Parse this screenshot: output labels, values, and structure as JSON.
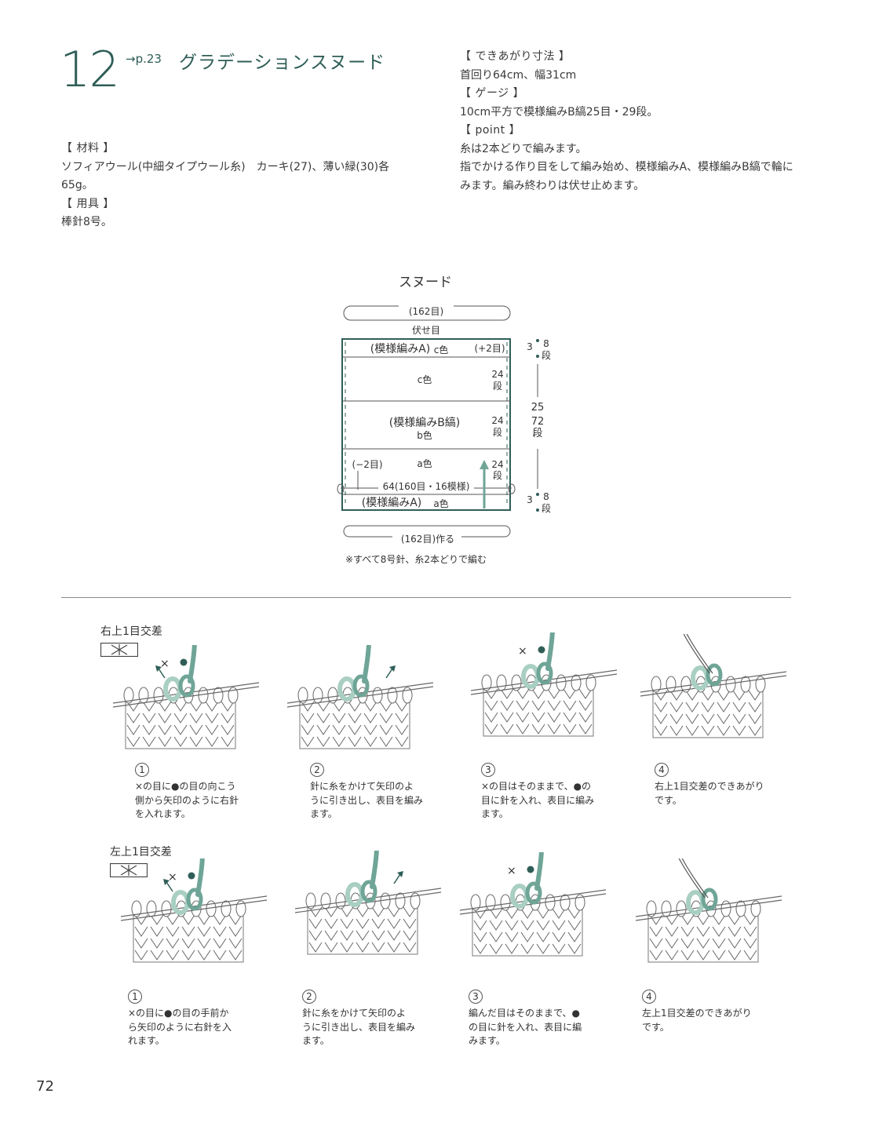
{
  "header": {
    "number": "12",
    "page_ref": "→p.23",
    "title": "グラデーションスヌード"
  },
  "materials": {
    "heading": "【 材料 】",
    "lines": [
      "ソフィアウール(中細タイプウール糸)　カーキ(27)、薄い緑(30)各",
      "65g。"
    ]
  },
  "tools": {
    "heading": "【 用具 】",
    "lines": [
      "棒針8号。"
    ]
  },
  "size": {
    "heading": "【 できあがり寸法 】",
    "lines": [
      "首回り64cm、幅31cm"
    ]
  },
  "gauge": {
    "heading": "【 ゲージ 】",
    "lines": [
      "10cm平方で模様編みB縞25目・29段。"
    ]
  },
  "point": {
    "heading": "【 point 】",
    "lines": [
      "糸は2本どりで編みます。",
      "指でかける作り目をして編み始め、模様編みA、模様編みB縞で輪に",
      "みます。編み終わりは伏せ止めます。"
    ]
  },
  "diagram": {
    "title": "スヌード",
    "top_count": "(162目)",
    "bind_off": "伏せ目",
    "band_a_top_label": "(模様編みA)",
    "band_a_top_color": "c色",
    "increase": "(+2目)",
    "c_label": "c色",
    "b_pattern": "(模様編みB縞)",
    "b_color": "b色",
    "a_color": "a色",
    "decrease": "(−2目)",
    "width_label": "64(160目・16模様)",
    "band_a_bottom_label": "(模様編みA)",
    "band_a_bottom_color": "a色",
    "bottom_count": "(162目)作る",
    "note": "※すべて8号針、糸2本どりで編む",
    "rows_top_cm": "3",
    "rows_top_n": "8",
    "rows_unit": "段",
    "rows_24": "24",
    "total_cm": "25",
    "total_rows": "72",
    "rows_bottom_cm": "3",
    "rows_bottom_n": "8"
  },
  "right_cross": {
    "heading": "右上1目交差",
    "steps": [
      {
        "num": "1",
        "lines": [
          "×の目に●の目の向こう",
          "側から矢印のように右針",
          "を入れます。"
        ]
      },
      {
        "num": "2",
        "lines": [
          "針に糸をかけて矢印のよ",
          "うに引き出し、表目を編み",
          "ます。"
        ]
      },
      {
        "num": "3",
        "lines": [
          "×の目はそのままで、●の",
          "目に針を入れ、表目に編み",
          "ます。"
        ]
      },
      {
        "num": "4",
        "lines": [
          "右上1目交差のできあがり",
          "です。"
        ]
      }
    ]
  },
  "left_cross": {
    "heading": "左上1目交差",
    "steps": [
      {
        "num": "1",
        "lines": [
          "×の目に●の目の手前か",
          "ら矢印のように右針を入",
          "れます。"
        ]
      },
      {
        "num": "2",
        "lines": [
          "針に糸をかけて矢印のよ",
          "うに引き出し、表目を編み",
          "ます。"
        ]
      },
      {
        "num": "3",
        "lines": [
          "編んだ目はそのままで、●",
          "の目に針を入れ、表目に編",
          "みます。"
        ]
      },
      {
        "num": "4",
        "lines": [
          "左上1目交差のできあがり",
          "です。"
        ]
      }
    ]
  },
  "marks": {
    "x": "×",
    "dot": "●"
  },
  "page_number": "72",
  "colors": {
    "accent": "#2f5e57",
    "yarn": "#6fa597",
    "yarn_light": "#a9cfc3"
  }
}
